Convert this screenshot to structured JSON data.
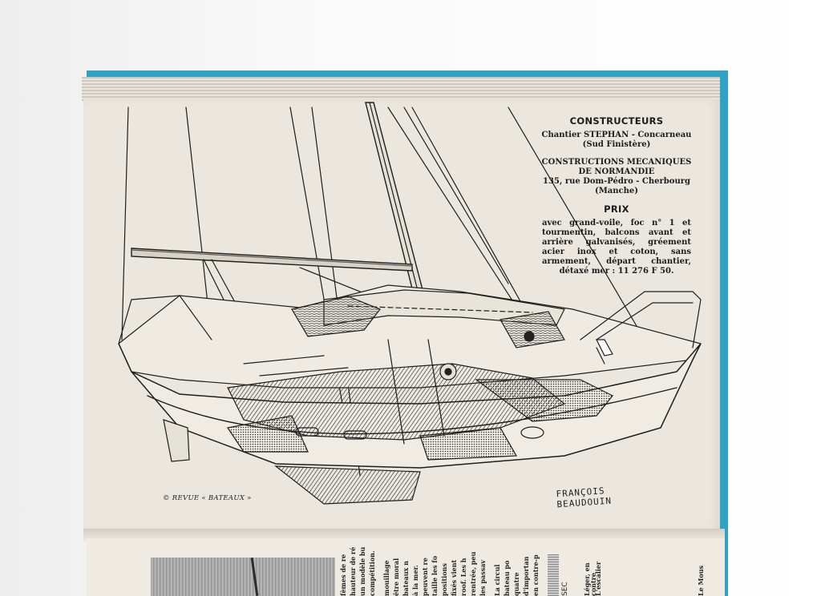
{
  "specs": {
    "constructeurs_title": "CONSTRUCTEURS",
    "builder1_line1": "Chantier STEPHAN - Concarneau",
    "builder1_line2": "(Sud Finistère)",
    "builder2_line1": "CONSTRUCTIONS MECANIQUES",
    "builder2_line2": "DE NORMANDIE",
    "builder2_line3": "135, rue Dom-Pédro - Cherbourg",
    "builder2_line4": "(Manche)",
    "prix_title": "PRIX",
    "prix_text": "avec grand-voile, foc n° 1 et tourmentin, balcons avant et arrière galvanisés, gréement acier inox et coton, sans armement, départ chantier, détaxé mer : 11 276 F 50."
  },
  "copyright": "© REVUE « BATEAUX »",
  "signature": {
    "line1": "FRANÇOIS",
    "line2": "BEAUDOUIN"
  },
  "lower_page": {
    "section_label": "SEC",
    "col1": "L'escalier",
    "col2": "Léger, en contre",
    "col3": "Le Mous",
    "fragments": [
      "fèmes de re",
      "hauteur de ré",
      "un modèle bu",
      "compétition.",
      "en contre-p",
      "d'importan",
      "quatre",
      "bateau po",
      "La circul",
      "les passav",
      "rentrée, peu",
      "roof. Les h",
      "fixés vient",
      "positions",
      "taille les fo",
      "peuvent re",
      "à la mer.",
      "bateaux n",
      "mouillage",
      "être moral"
    ]
  }
}
